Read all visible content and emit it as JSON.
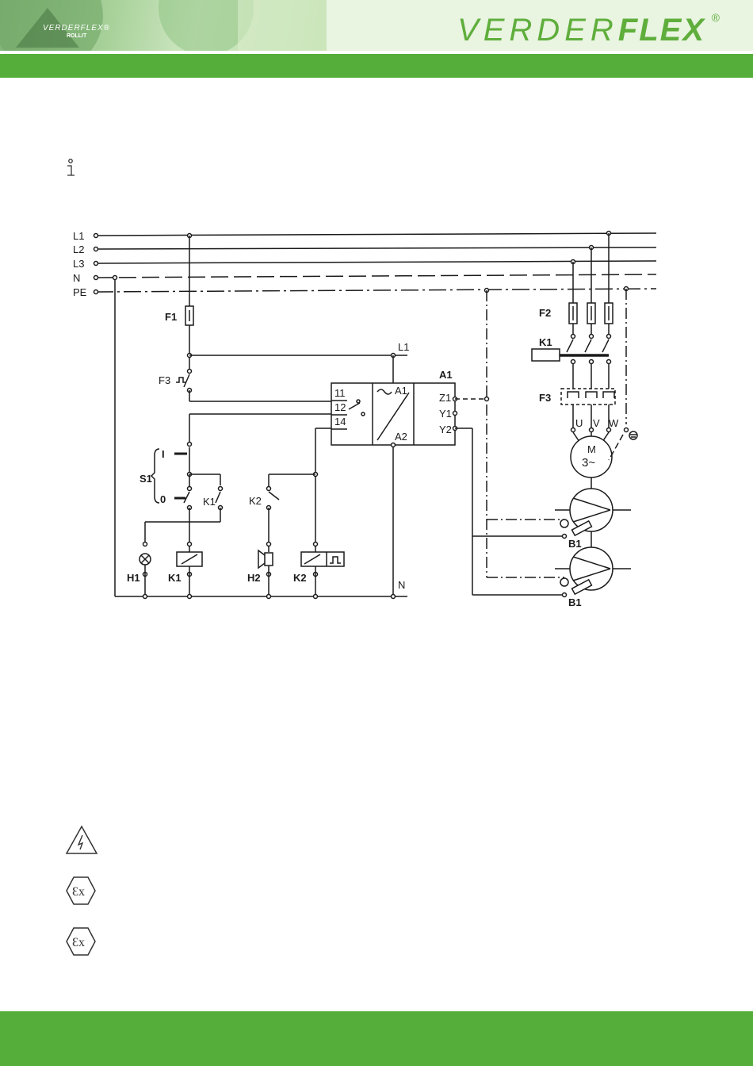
{
  "header": {
    "photo_brand": "VERDERFLEX®",
    "photo_sub": "ROLLIT",
    "logo_thin": "VERDER",
    "logo_bold": "FLEX",
    "logo_reg": "®"
  },
  "icons": {
    "info": "info-icon",
    "warning": "high-voltage-warning-icon",
    "ex1": "explosion-protection-icon",
    "ex2": "explosion-protection-icon"
  },
  "colors": {
    "green": "#55ae3a",
    "logo_green": "#5fae3c"
  },
  "diagram": {
    "lines": {
      "l1": "L1",
      "l2": "L2",
      "l3": "L3",
      "n": "N",
      "pe": "PE"
    },
    "f1": "F1",
    "f2": "F2",
    "f3_left": "F3",
    "f3_right": "F3",
    "k1_top": "K1",
    "k1_contact": "K1",
    "k1_coil": "K1",
    "a1": "A1",
    "a1_term_a1": "A1",
    "a1_term_a2": "A2",
    "t11": "11",
    "t12": "12",
    "t14": "14",
    "z1": "Z1",
    "y1": "Y1",
    "y2": "Y2",
    "tap_l1": "L1",
    "tap_n": "N",
    "s1": "S1",
    "s1_on": "I",
    "s1_off": "0",
    "h1": "H1",
    "h2": "H2",
    "k2_contact": "K2",
    "k2_coil": "K2",
    "u": "U",
    "v": "V",
    "w": "W",
    "motor_m": "M",
    "motor_phase": "3~",
    "b1_top": "B1",
    "b1_bottom": "B1"
  }
}
